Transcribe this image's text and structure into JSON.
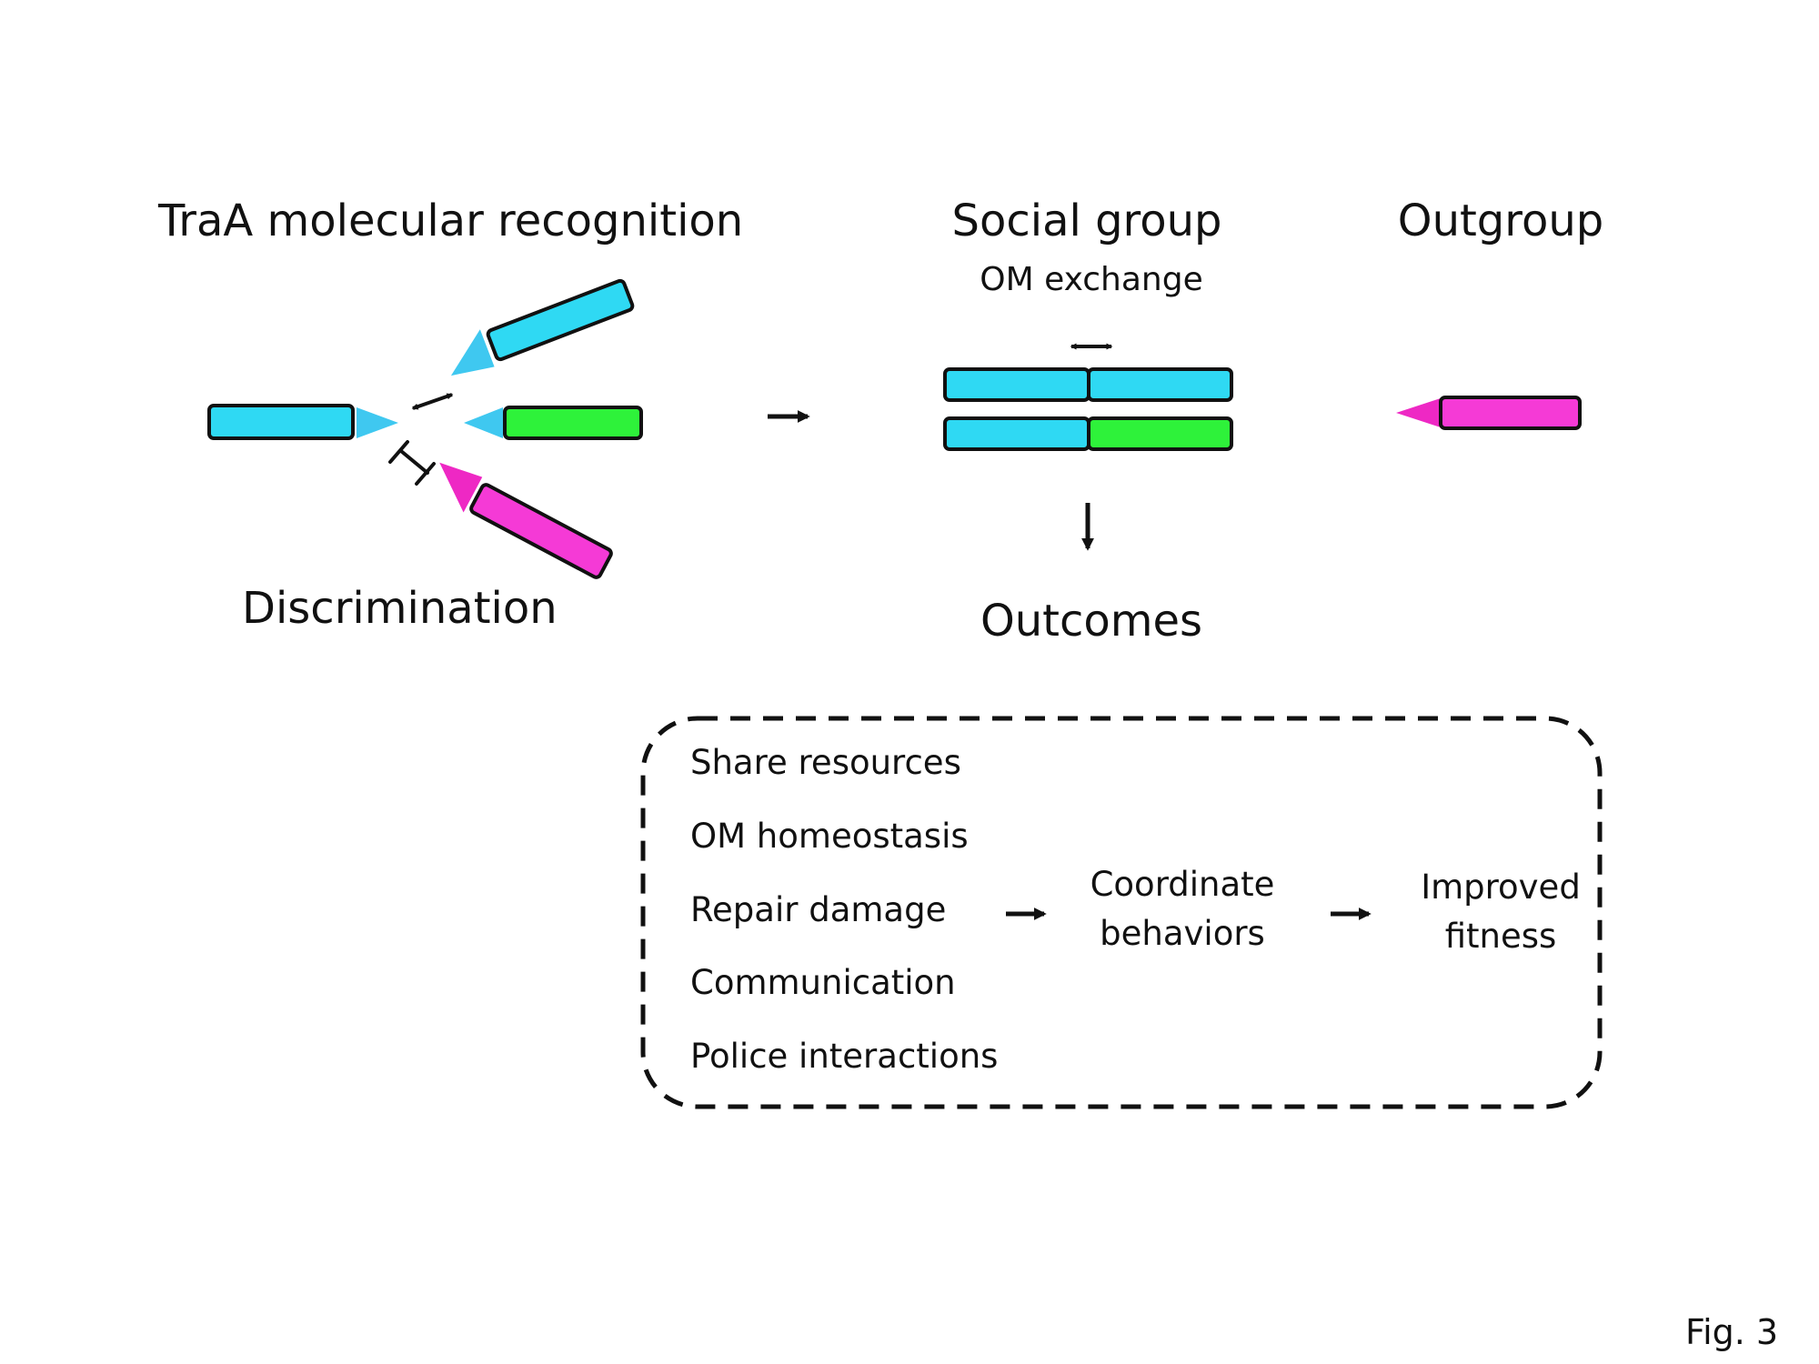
{
  "labels": {
    "traa_title": "TraA molecular recognition",
    "discrimination": "Discrimination",
    "social_group": "Social group",
    "om_exchange": "OM exchange",
    "outgroup": "Outgroup",
    "outcomes": "Outcomes"
  },
  "outcome_items": [
    "Share resources",
    "OM homeostasis",
    "Repair damage",
    "Communication",
    "Police interactions"
  ],
  "coordinate_behaviors": {
    "line1": "Coordinate",
    "line2": "behaviors"
  },
  "improved_fitness": {
    "line1": "Improved",
    "line2": "fitness"
  },
  "figure_label": "Fig. 3",
  "colors": {
    "cyan_cell": "#2fd9f3",
    "cyan_traa": "#3fc8f0",
    "green_cell": "#2ef23a",
    "magenta_cell": "#f53ad6",
    "magenta_traa": "#ee28c4",
    "outline": "#111111"
  }
}
